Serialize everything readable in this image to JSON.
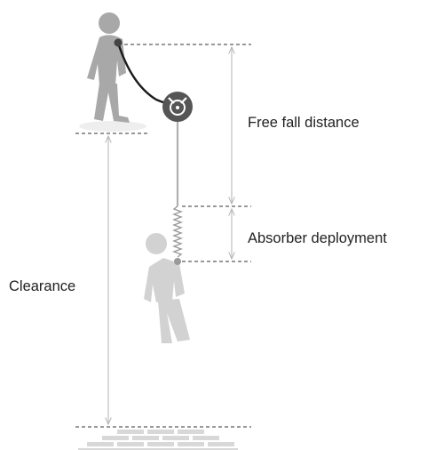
{
  "labels": {
    "free_fall": "Free fall distance",
    "absorber": "Absorber deployment",
    "clearance": "Clearance"
  },
  "colors": {
    "figure_standing": "#a8a8a8",
    "figure_falling": "#d2d2d2",
    "lanyard": "#1a1a1a",
    "anchor_device": "#555555",
    "anchor_point": "#444444",
    "line": "#b0b0b0",
    "dashed": "#333333",
    "dimension": "#bdbdbd",
    "bricks": "#d8d8d8",
    "platform": "#eeeeee"
  },
  "icons": [
    "standing-worker-icon",
    "falling-worker-icon",
    "anchor-device-icon",
    "spring-absorber-icon",
    "ground-bricks-icon"
  ]
}
